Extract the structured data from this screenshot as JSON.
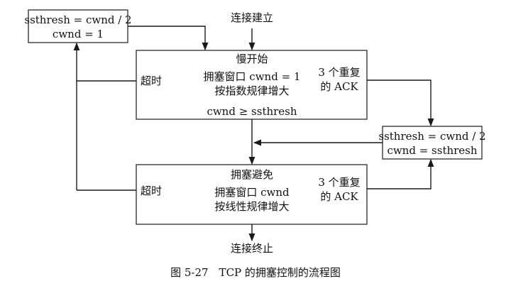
{
  "diagram": {
    "start": "连接建立",
    "end": "连接终止",
    "slow_start": {
      "title": "慢开始",
      "line1": "拥塞窗口 cwnd = 1",
      "line2": "按指数规律增大",
      "bottom": "cwnd ≥ ssthresh"
    },
    "congestion_avoidance": {
      "title": "拥塞避免",
      "line1": "拥塞窗口 cwnd",
      "line2": "按线性规律增大"
    },
    "timeout_top": "超时",
    "timeout_bottom": "超时",
    "dup_ack_top": {
      "line1": "3 个重复",
      "line2": "的 ACK"
    },
    "dup_ack_bottom": {
      "line1": "3 个重复",
      "line2": "的 ACK"
    },
    "timeout_box": {
      "line1": "ssthresh = cwnd / 2",
      "line2": "cwnd = 1"
    },
    "fast_recovery_box": {
      "line1": "ssthresh = cwnd / 2",
      "line2": "cwnd = ssthresh"
    }
  },
  "caption": "图 5-27　TCP 的拥塞控制的流程图"
}
